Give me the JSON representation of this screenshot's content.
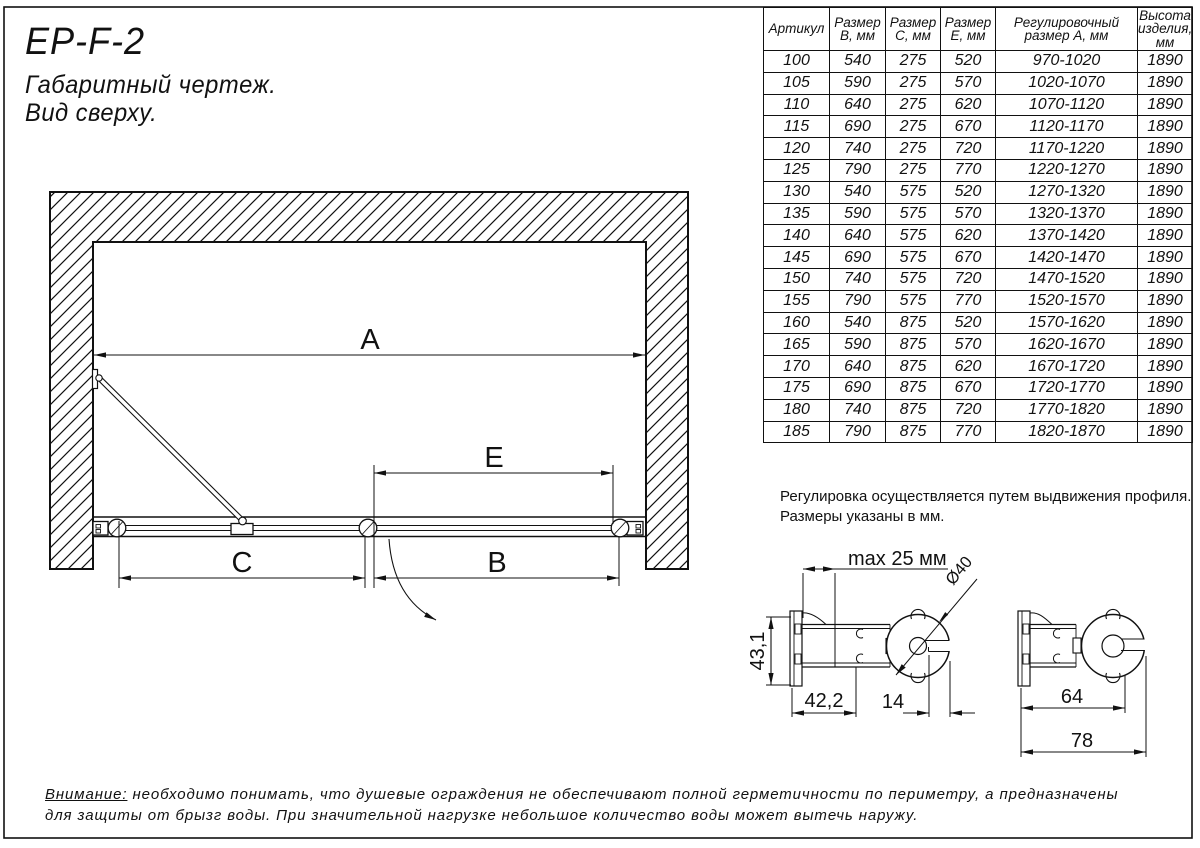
{
  "page": {
    "title": "EP-F-2",
    "subtitle_line1": "Габаритный чертеж.",
    "subtitle_line2": "Вид сверху."
  },
  "drawing": {
    "dim_a": "A",
    "dim_b": "B",
    "dim_c": "C",
    "dim_e": "E"
  },
  "note": {
    "line1": "Регулировка осуществляется путем выдвижения профиля.",
    "line2": "Размеры указаны в мм."
  },
  "details": {
    "max_offset": "max 25 мм",
    "diameter": "Ø40",
    "profile_height": "43,1",
    "profile_depth": "42,2",
    "slot_offset": "14",
    "arm_length": "64",
    "total_depth": "78"
  },
  "warning": {
    "label": "Внимание:",
    "text1": " необходимо понимать, что душевые ограждения не обеспечивают полной герметичности по периметру, а предназначены",
    "text2": "для защиты от брызг воды. При значительной нагрузке небольшое количество воды может вытечь наружу."
  },
  "table": {
    "headers": [
      [
        "Артикул"
      ],
      [
        "Размер",
        "B, мм"
      ],
      [
        "Размер",
        "C, мм"
      ],
      [
        "Размер",
        "E, мм"
      ],
      [
        "Регулировочный",
        "размер A, мм"
      ],
      [
        "Высота",
        "изделия,",
        "мм"
      ]
    ],
    "rows": [
      [
        "100",
        "540",
        "275",
        "520",
        "970-1020",
        "1890"
      ],
      [
        "105",
        "590",
        "275",
        "570",
        "1020-1070",
        "1890"
      ],
      [
        "110",
        "640",
        "275",
        "620",
        "1070-1120",
        "1890"
      ],
      [
        "115",
        "690",
        "275",
        "670",
        "1120-1170",
        "1890"
      ],
      [
        "120",
        "740",
        "275",
        "720",
        "1170-1220",
        "1890"
      ],
      [
        "125",
        "790",
        "275",
        "770",
        "1220-1270",
        "1890"
      ],
      [
        "130",
        "540",
        "575",
        "520",
        "1270-1320",
        "1890"
      ],
      [
        "135",
        "590",
        "575",
        "570",
        "1320-1370",
        "1890"
      ],
      [
        "140",
        "640",
        "575",
        "620",
        "1370-1420",
        "1890"
      ],
      [
        "145",
        "690",
        "575",
        "670",
        "1420-1470",
        "1890"
      ],
      [
        "150",
        "740",
        "575",
        "720",
        "1470-1520",
        "1890"
      ],
      [
        "155",
        "790",
        "575",
        "770",
        "1520-1570",
        "1890"
      ],
      [
        "160",
        "540",
        "875",
        "520",
        "1570-1620",
        "1890"
      ],
      [
        "165",
        "590",
        "875",
        "570",
        "1620-1670",
        "1890"
      ],
      [
        "170",
        "640",
        "875",
        "620",
        "1670-1720",
        "1890"
      ],
      [
        "175",
        "690",
        "875",
        "670",
        "1720-1770",
        "1890"
      ],
      [
        "180",
        "740",
        "875",
        "720",
        "1770-1820",
        "1890"
      ],
      [
        "185",
        "790",
        "875",
        "770",
        "1820-1870",
        "1890"
      ]
    ]
  }
}
